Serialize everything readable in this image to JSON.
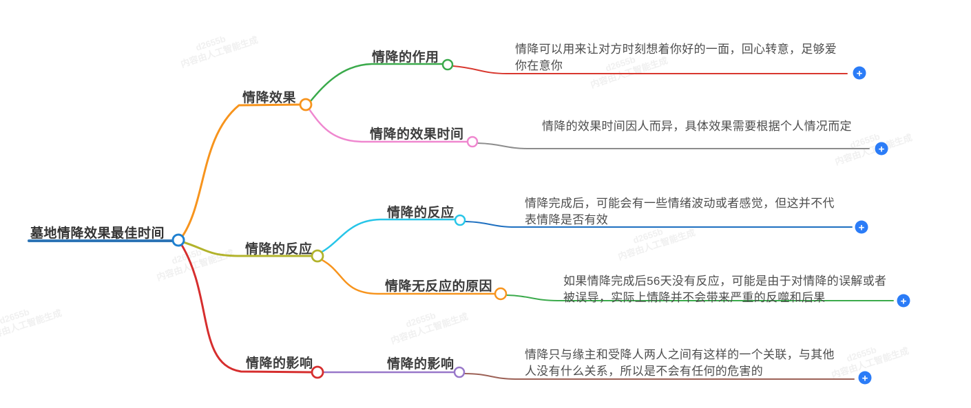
{
  "root": {
    "label": "墓地情降效果最佳时间",
    "line_color": "#2e75b6",
    "node_color": "#1e80d0"
  },
  "branches": [
    {
      "label": "情降效果",
      "color": "#f7941d",
      "children": [
        {
          "label": "情降的作用",
          "color": "#3aaa4b",
          "text": "情降可以用来让对方时刻想着你好的一面，回心转意，足够爱你在意你",
          "text_line_color": "#d8372e"
        },
        {
          "label": "情降的效果时间",
          "color": "#ef87cf",
          "text": "情降的效果时间因人而异，具体效果需要根据个人情况而定",
          "text_line_color": "#8c8c8c"
        }
      ]
    },
    {
      "label": "情降的反应",
      "color": "#b2b32b",
      "children": [
        {
          "label": "情降的反应",
          "color": "#27c5e8",
          "text": "情降完成后，可能会有一些情绪波动或者感觉，但这并不代表情降是否有效",
          "text_line_color": "#1d6fc0"
        },
        {
          "label": "情降无反应的原因",
          "color": "#f7941d",
          "text": "如果情降完成后56天没有反应，可能是由于对情降的误解或者被误导，实际上情降并不会带来严重的反噬和后果",
          "text_line_color": "#3aaa4b"
        }
      ]
    },
    {
      "label": "情降的影响",
      "color": "#d62e2e",
      "children": [
        {
          "label": "情降的影响",
          "color": "#9877c9",
          "text": "情降只与缘主和受降人两人之间有这样的一个关联，与其他人没有什么关系，所以是不会有任何的危害的",
          "text_line_color": "#9c6156"
        }
      ]
    }
  ],
  "plus_button": {
    "color": "#2b7cf7",
    "symbol": "+"
  },
  "watermark": {
    "line1": "d2655b",
    "line2": "内容由人工智能生成"
  }
}
